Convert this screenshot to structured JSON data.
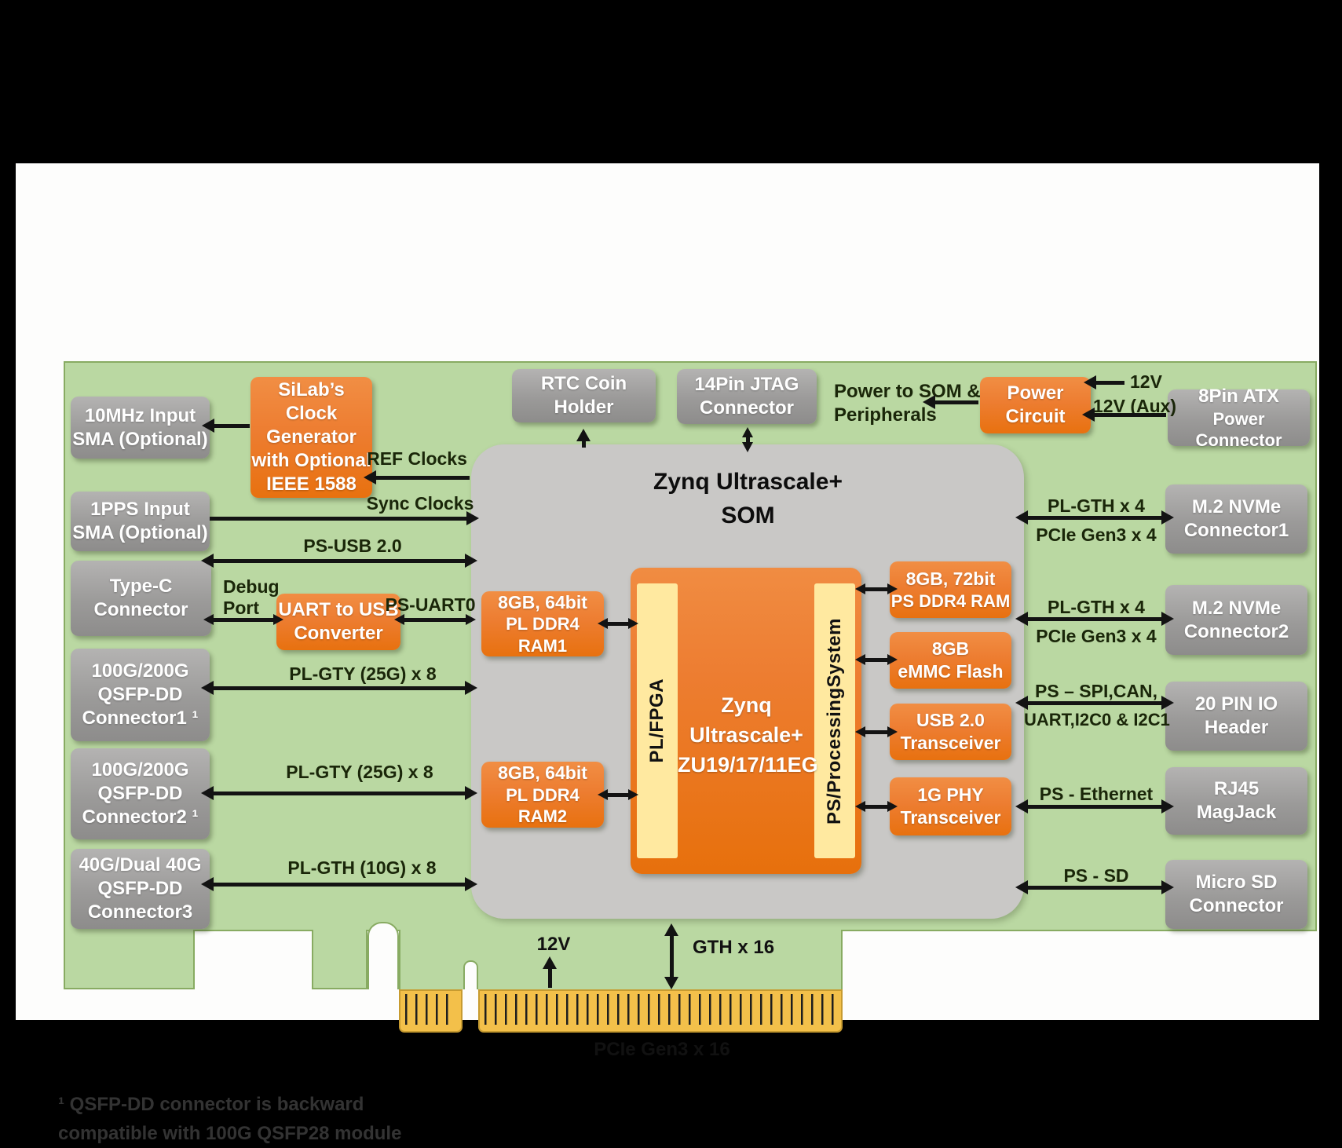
{
  "colors": {
    "board_green": "#bad8a2",
    "board_border": "#88ab62",
    "som_gray": "#c9c8c6",
    "box_gray": "#9b9a99",
    "box_orange": "#ed7d31",
    "strip_yellow": "#ffe9a0",
    "gold_finger": "#f3c04a",
    "label_text": "#1a2609"
  },
  "top": {
    "rtc": {
      "lines": [
        "RTC Coin",
        "Holder"
      ]
    },
    "jtag": {
      "lines": [
        "14Pin JTAG",
        "Connector"
      ]
    },
    "power_note": {
      "lines": [
        "Power to SOM &",
        "Peripherals"
      ]
    },
    "power_circuit": {
      "lines": [
        "Power",
        "Circuit"
      ]
    },
    "atx": {
      "lines": [
        "8Pin ATX",
        "Power Connector"
      ]
    },
    "v12": "12V",
    "v12_aux": "12V (Aux)"
  },
  "left": {
    "boxes": [
      {
        "lines": [
          "10MHz Input",
          "SMA (Optional)"
        ]
      },
      {
        "lines": [
          "1PPS Input",
          "SMA (Optional)"
        ]
      },
      {
        "lines": [
          "Type-C",
          "Connector"
        ]
      },
      {
        "lines": [
          "100G/200G",
          "QSFP-DD",
          "Connector1 ¹"
        ]
      },
      {
        "lines": [
          "100G/200G",
          "QSFP-DD",
          "Connector2 ¹"
        ]
      },
      {
        "lines": [
          "40G/Dual 40G",
          "QSFP-DD",
          "Connector3"
        ]
      }
    ],
    "silab": {
      "lines": [
        "SiLab’s Clock",
        "Generator",
        "with Optional",
        "IEEE 1588"
      ]
    },
    "uart": {
      "lines": [
        "UART to USB",
        "Converter"
      ]
    },
    "labels": {
      "ref": "REF Clocks",
      "sync": "Sync Clocks",
      "ps_usb": "PS-USB  2.0",
      "debug1": "Debug",
      "debug2": "Port",
      "ps_uart0": "PS-UART0",
      "gty1": "PL-GTY (25G) x 8",
      "gty2": "PL-GTY (25G) x 8",
      "gth8": "PL-GTH (10G) x 8"
    }
  },
  "som": {
    "title": {
      "lines": [
        "Zynq Ultrascale+",
        "SOM"
      ]
    },
    "chip": {
      "lines": [
        "Zynq Ultrascale+",
        "ZU19/17/11EG"
      ]
    },
    "pl_strip": "PL/FPGA",
    "ps_strip": "PS/ProcessingSystem",
    "ram1": {
      "lines": [
        "8GB, 64bit",
        "PL DDR4  RAM1"
      ]
    },
    "ram2": {
      "lines": [
        "8GB, 64bit",
        "PL DDR4  RAM2"
      ]
    },
    "ps_ddr4": {
      "lines": [
        "8GB, 72bit",
        "PS DDR4  RAM"
      ]
    },
    "emmc": {
      "lines": [
        "8GB",
        "eMMC Flash"
      ]
    },
    "usb": {
      "lines": [
        "USB 2.0",
        "Transceiver"
      ]
    },
    "phy": {
      "lines": [
        "1G PHY",
        "Transceiver"
      ]
    }
  },
  "right": {
    "rows": [
      {
        "l1": "PL-GTH x 4",
        "l2": "PCIe Gen3 x 4",
        "box": {
          "lines": [
            "M.2 NVMe",
            "Connector1"
          ]
        }
      },
      {
        "l1": "PL-GTH x 4",
        "l2": "PCIe Gen3 x 4",
        "box": {
          "lines": [
            "M.2 NVMe",
            "Connector2"
          ]
        }
      },
      {
        "l1": "PS – SPI,CAN,",
        "l2": "UART,I2C0  & I2C1",
        "box": {
          "lines": [
            "20 PIN IO",
            "Header"
          ]
        }
      },
      {
        "l1": "PS - Ethernet",
        "l2": "",
        "box": {
          "lines": [
            "RJ45",
            "MagJack"
          ]
        }
      },
      {
        "l1": "PS - SD",
        "l2": "",
        "box": {
          "lines": [
            "Micro SD",
            "Connector"
          ]
        }
      }
    ]
  },
  "bottom": {
    "v12": "12V",
    "gth16": "GTH x 16",
    "pcie16": "PCIe Gen3 x 16",
    "footnote": {
      "lines": [
        "¹ QSFP-DD  connector is backward",
        "compatible with 100G QSFP28 module"
      ]
    }
  }
}
